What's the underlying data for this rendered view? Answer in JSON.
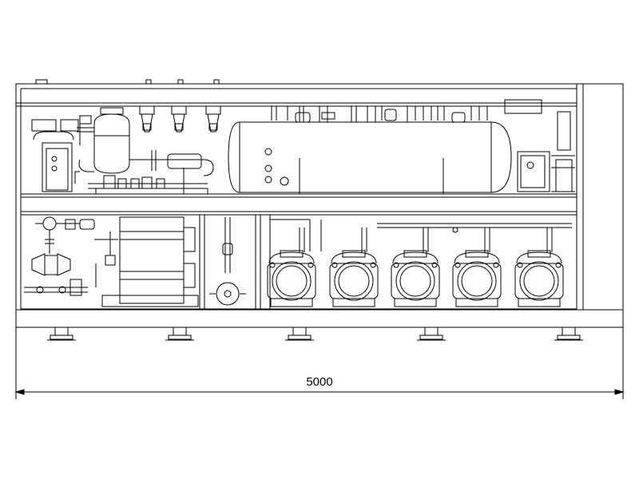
{
  "drawing": {
    "dimension_label": "5000",
    "line_color": "#000000",
    "background_color": "#ffffff"
  },
  "components": {
    "compressor_count": 5,
    "support_foot_count": 5,
    "gauge_count": 3
  }
}
